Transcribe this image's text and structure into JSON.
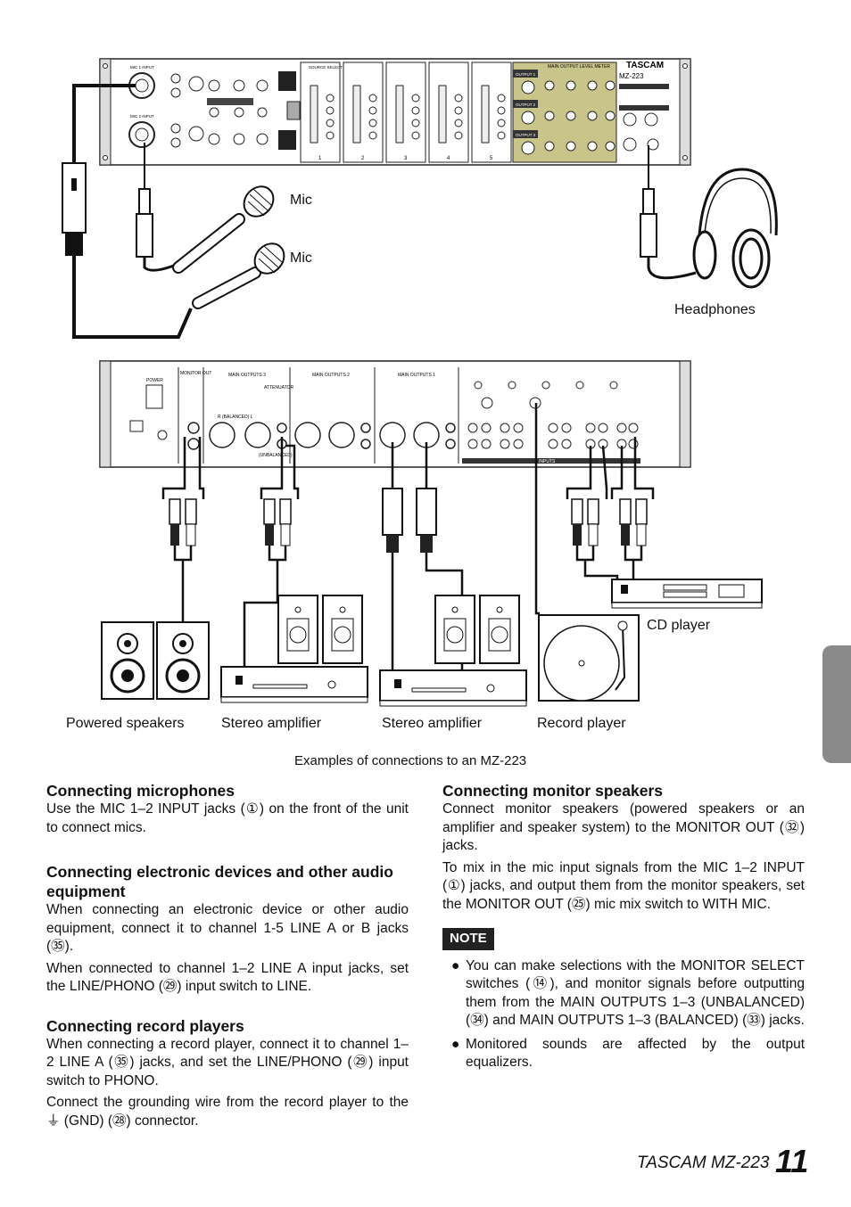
{
  "diagram": {
    "labels": {
      "mic1": "Mic",
      "mic2": "Mic",
      "headphones": "Headphones",
      "cd_player": "CD player",
      "powered_speakers": "Powered speakers",
      "stereo_amp1": "Stereo amplifier",
      "stereo_amp2": "Stereo amplifier",
      "record_player": "Record player"
    },
    "caption": "Examples of connections to an MZ-223",
    "front_panel": {
      "brand": "TASCAM",
      "model": "MZ-223",
      "meter_title": "MAIN OUTPUT LEVEL METER",
      "mic1": "MIC 1 INPUT",
      "mic2": "MIC 2 INPUT",
      "channels": [
        "1",
        "2",
        "3",
        "4",
        "5"
      ],
      "source_select": "SOURCE SELECT",
      "outputs": [
        "OUTPUT 1",
        "OUTPUT 2",
        "OUTPUT 3"
      ]
    },
    "rear_panel": {
      "power": "POWER",
      "monitor_out": "MONITOR OUT",
      "main_outputs": [
        "MAIN OUTPUTS 3",
        "MAIN OUTPUTS 2",
        "MAIN OUTPUTS 1"
      ],
      "attenuator": "ATTENUATOR",
      "balanced": "R  (BALANCED)  L",
      "unbalanced": "(UNBALANCED)",
      "inputs": "INPUTS"
    }
  },
  "left_column": {
    "sections": [
      {
        "heading": "Connecting microphones",
        "paras": [
          "Use the MIC 1–2 INPUT jacks (①) on the front of the unit to connect mics."
        ]
      },
      {
        "heading": "Connecting electronic devices and other audio equipment",
        "paras": [
          "When connecting an electronic device or other audio equipment, connect it to channel 1-5 LINE A or B jacks (㉟).",
          "When connected to channel 1–2 LINE A input jacks, set the LINE/PHONO (㉙) input switch to LINE."
        ]
      },
      {
        "heading": "Connecting record players",
        "paras": [
          "When connecting a record player, connect it to channel 1–2 LINE A (㉟) jacks, and set the LINE/PHONO (㉙) input switch to PHONO.",
          "Connect the grounding wire from the record player to the ⏚ (GND) (㉘) connector."
        ]
      }
    ]
  },
  "right_column": {
    "heading": "Connecting monitor speakers",
    "paras": [
      "Connect monitor speakers (powered speakers or an amplifier and speaker system) to the MONITOR OUT (㉜) jacks.",
      "To mix in the mic input signals from the MIC 1–2 INPUT (①) jacks, and output them from the monitor speakers, set the MONITOR OUT (㉕) mic mix switch to WITH MIC."
    ],
    "note_label": "NOTE",
    "bullets": [
      "You can make selections with the MONITOR SELECT switches (⑭), and monitor signals before outputting them from the MAIN OUTPUTS 1–3 (UNBALANCED) (㉞) and MAIN OUTPUTS 1–3 (BALANCED) (㉝) jacks.",
      "Monitored sounds are affected by the output equalizers."
    ]
  },
  "footer": {
    "brand_model": "TASCAM  MZ-223",
    "page_number": "11"
  }
}
